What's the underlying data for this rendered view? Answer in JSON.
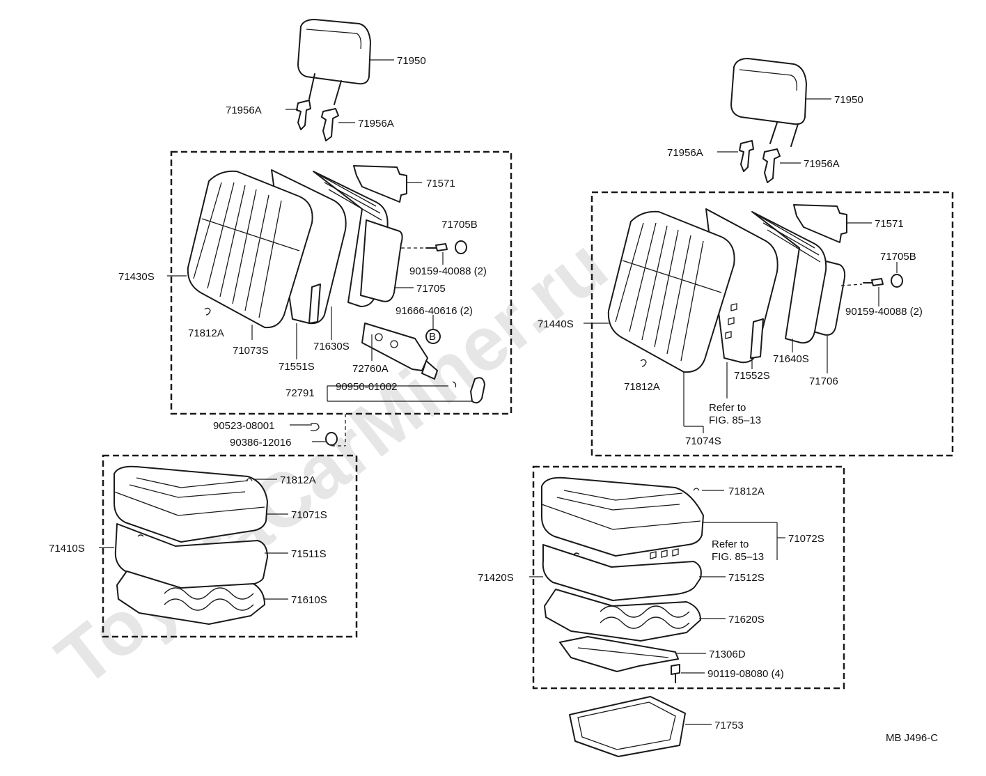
{
  "watermark": "ToyotaCarMiner.ru",
  "diagram_code": "MB J496-C",
  "left_seat": {
    "headrest": "71950",
    "headrest_support_a": "71956A",
    "headrest_support_b": "71956A",
    "back_assembly": "71430S",
    "back_bracket": "71571",
    "cushion_71705b": "71705B",
    "screw_bolt": "90159-40088 (2)",
    "pad_71705": "71705",
    "bolt_b": "91666-40616 (2)",
    "b_marker": "B",
    "hog_ring": "71812A",
    "back_cover": "71073S",
    "back_pad": "71551S",
    "back_frame": "71630S",
    "recliner": "72760A",
    "knob_set": "72791",
    "clip": "90950-01002",
    "e_ring": "90523-08001",
    "bushing": "90386-12016",
    "cushion_assembly": "71410S",
    "cushion_hog_ring": "71812A",
    "cushion_cover": "71071S",
    "cushion_pad": "71511S",
    "cushion_frame": "71610S"
  },
  "right_seat": {
    "headrest": "71950",
    "headrest_support_a": "71956A",
    "headrest_support_b": "71956A",
    "back_bracket": "71571",
    "cushion_71705b": "71705B",
    "back_assembly": "71440S",
    "screw_bolt": "90159-40088 (2)",
    "hog_ring": "71812A",
    "back_frame": "71640S",
    "back_pad": "71552S",
    "pad_71706": "71706",
    "refer_line1": "Refer to",
    "refer_line2": "FIG. 85–13",
    "back_cover": "71074S",
    "cushion_hog_ring": "71812A",
    "cushion_cover": "71072S",
    "refer2_line1": "Refer to",
    "refer2_line2": "FIG. 85–13",
    "cushion_assembly": "71420S",
    "cushion_pad": "71512S",
    "cushion_frame": "71620S",
    "adjuster": "71306D",
    "bolt": "90119-08080 (4)",
    "tray": "71753"
  }
}
